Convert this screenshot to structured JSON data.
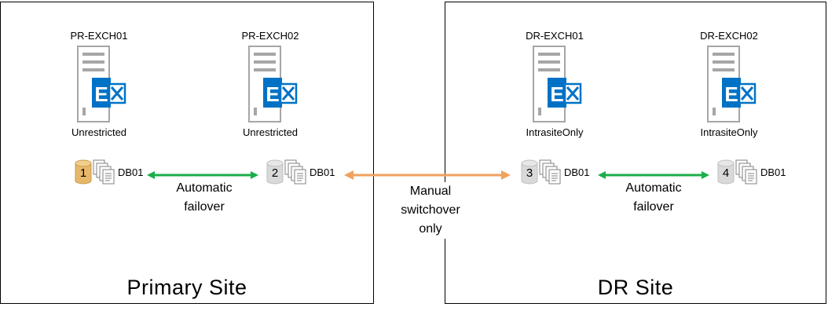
{
  "sites": {
    "primary": {
      "title": "Primary Site"
    },
    "dr": {
      "title": "DR Site"
    }
  },
  "servers": [
    {
      "name": "PR-EXCH01",
      "role": "Unrestricted",
      "icon": "exchange-server-icon"
    },
    {
      "name": "PR-EXCH02",
      "role": "Unrestricted",
      "icon": "exchange-server-icon"
    },
    {
      "name": "DR-EXCH01",
      "role": "IntrasiteOnly",
      "icon": "exchange-server-icon"
    },
    {
      "name": "DR-EXCH02",
      "role": "IntrasiteOnly",
      "icon": "exchange-server-icon"
    }
  ],
  "databases": [
    {
      "number": "1",
      "label": "DB01",
      "state": "active",
      "color": "#E8B86A"
    },
    {
      "number": "2",
      "label": "DB01",
      "state": "passive",
      "color": "#D9D9D9"
    },
    {
      "number": "3",
      "label": "DB01",
      "state": "passive",
      "color": "#D9D9D9"
    },
    {
      "number": "4",
      "label": "DB01",
      "state": "passive",
      "color": "#D9D9D9"
    }
  ],
  "links": {
    "primary_failover": {
      "line1": "Automatic",
      "line2": "failover",
      "color": "#1BAE4A"
    },
    "cross_site": {
      "line1": "Manual",
      "line2": "switchover",
      "line3": "only",
      "color": "#F0A25E"
    },
    "dr_failover": {
      "line1": "Automatic",
      "line2": "failover",
      "color": "#1BAE4A"
    }
  },
  "colors": {
    "exchange_blue": "#0072C6",
    "server_outline": "#A6A6A6"
  }
}
